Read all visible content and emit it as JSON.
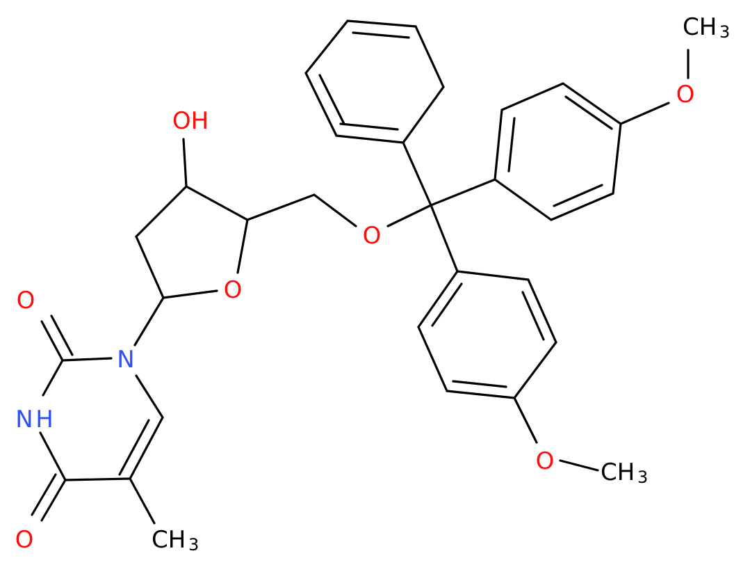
{
  "colors": {
    "carbon_bond": "#000000",
    "oxygen": "#ff0d0d",
    "nitrogen": "#3050f8",
    "background": "#ffffff"
  },
  "atoms": {
    "hydroxyl": "OH",
    "ring_oxygen": "O",
    "ether_oxygen": "O",
    "carbonyl_oxygen_top": "O",
    "carbonyl_oxygen_bottom": "O",
    "n1": "N",
    "nh_n": "N",
    "nh_h": "H",
    "methoxy_top_o": "O",
    "methoxy_top_ch": "CH",
    "methoxy_top_sub": "3",
    "methoxy_bottom_o": "O",
    "methoxy_bottom_ch": "CH",
    "methoxy_bottom_sub": "3",
    "methyl_ch": "CH",
    "methyl_sub": "3"
  }
}
